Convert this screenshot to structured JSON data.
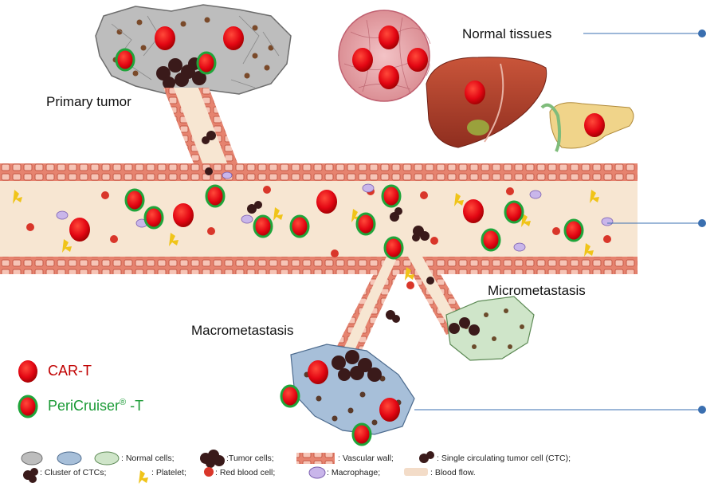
{
  "labels": {
    "normal_tissues": "Normal tissues",
    "primary_tumor": "Primary tumor",
    "micrometastasis": "Micrometastasis",
    "macrometastasis": "Macrometastasis"
  },
  "legend": {
    "car_t": "CAR-T",
    "pericruiser_name": "PeriCruiser",
    "pericruiser_mark": "®",
    "pericruiser_suffix": " -T"
  },
  "caption": {
    "line1": {
      "normal_cells": ": Normal cells;",
      "tumor_cells": ":Tumor cells;",
      "vascular_wall": ": Vascular wall;",
      "single_ctc": ": Single circulating tumor cell (CTC);"
    },
    "line2": {
      "cluster_ctcs": ": Cluster of CTCs;",
      "platelet": ": Platelet;",
      "red_blood_cell": ": Red blood cell;",
      "macrophage": ": Macrophage;",
      "blood_flow": ": Blood flow."
    }
  },
  "colors": {
    "car_t_red": "#e30613",
    "car_t_dark": "#8a0000",
    "pericruiser_green": "#1fa53a",
    "vessel_wall": "#e8806e",
    "blood_flow": "#f7e6d2",
    "pointer_blue": "#3a6fb0",
    "car_t_label": "#c00000",
    "pericruiser_label": "#1a9a35"
  }
}
